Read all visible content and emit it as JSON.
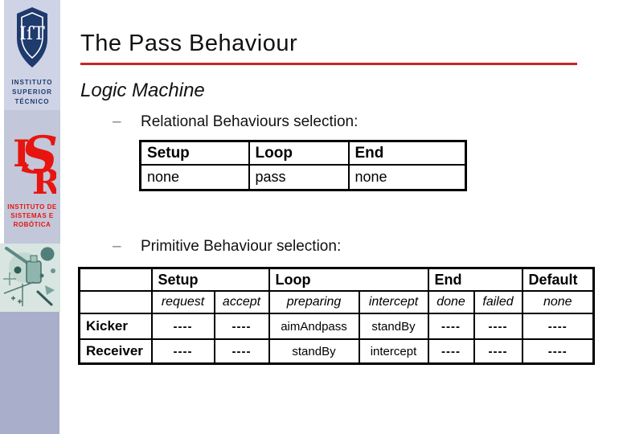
{
  "sidebar": {
    "ist": {
      "monogram": "IſT",
      "lines": [
        "INSTITUTO",
        "SUPERIOR",
        "TÉCNICO"
      ],
      "text_color": "#1f3a6d",
      "band_color": "#ced3e5"
    },
    "isr": {
      "monogram_letters": [
        "I",
        "S",
        "R"
      ],
      "lines": [
        "INSTITUTO DE",
        "SISTEMAS E",
        "ROBÓTICA"
      ],
      "text_color": "#e8140f",
      "band_color": "#c2c7d9"
    },
    "art_colors": {
      "bg": "#d8e5e0",
      "shape": "#4f7f78"
    },
    "bottom_band_color": "#a9aecb"
  },
  "header": {
    "title": "The Pass Behaviour",
    "rule_color": "#c42726"
  },
  "main": {
    "subtitle": "Logic Machine",
    "bullets": [
      {
        "dash": "–",
        "label": "Relational Behaviours selection:"
      },
      {
        "dash": "–",
        "label": "Primitive Behaviour selection:"
      }
    ]
  },
  "relational_table": {
    "headers": [
      "Setup",
      "Loop",
      "End"
    ],
    "values": [
      "none",
      "pass",
      "none"
    ]
  },
  "primitive_table": {
    "group_headers": [
      "Setup",
      "Loop",
      "End",
      "Default"
    ],
    "sub_headers": [
      "request",
      "accept",
      "preparing",
      "intercept",
      "done",
      "failed",
      "none"
    ],
    "rows": [
      {
        "label": "Kicker",
        "cells": [
          "----",
          "----",
          "aimAndpass",
          "standBy",
          "----",
          "----",
          "----"
        ]
      },
      {
        "label": "Receiver",
        "cells": [
          "----",
          "----",
          "standBy",
          "intercept",
          "----",
          "----",
          "----"
        ]
      }
    ]
  }
}
